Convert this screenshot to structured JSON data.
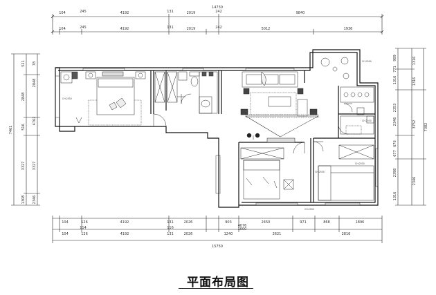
{
  "title": "平面布局图",
  "top_dims": {
    "total": "14730",
    "row1": [
      "104",
      "245",
      "4192",
      "131",
      "2019",
      "242",
      "9840"
    ],
    "row2": [
      "104",
      "245",
      "4192",
      "131",
      "2019",
      "242",
      "5012",
      "1936"
    ]
  },
  "bottom_dims": {
    "row1": [
      "104",
      "126",
      "4192",
      "131",
      "2026",
      "903",
      "2450",
      "971",
      "868",
      "1896"
    ],
    "row2": [
      "104",
      "126",
      "4192",
      "131",
      "2026",
      "1240",
      "2621",
      "2816"
    ],
    "total": "15750",
    "mid": [
      "114",
      "116",
      "4076",
      "1000"
    ]
  },
  "left_dims": {
    "total": "7461",
    "parts": [
      "521",
      "2848",
      "516",
      "3327",
      "1308"
    ],
    "inner": [
      "78",
      "2848",
      "4762",
      "3327",
      "2346"
    ]
  },
  "right_dims": {
    "total": "7382",
    "outer": [
      "1316",
      "1316",
      "3752",
      "2346"
    ],
    "inner": [
      "909",
      "771",
      "1316",
      "2353",
      "2346",
      "676",
      "677",
      "2398",
      "1316"
    ]
  },
  "room_labels": [
    "CH:2550",
    "CH:2500",
    "CH:2550",
    "CH:2550",
    "CH:2500",
    "CH:2550"
  ]
}
